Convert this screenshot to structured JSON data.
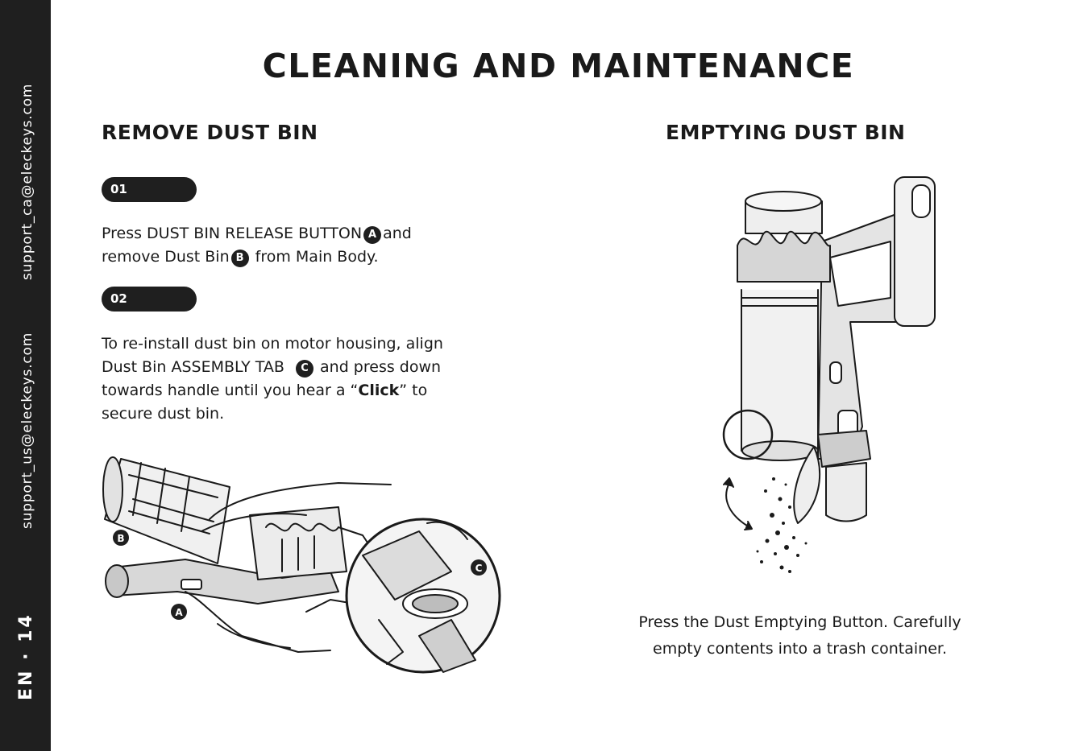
{
  "sidebar": {
    "email_ca": "support_ca@eleckeys.com",
    "email_us": "support_us@eleckeys.com",
    "page_label": "EN · 14"
  },
  "page_title": "CLEANING AND MAINTENANCE",
  "remove_section": {
    "title": "REMOVE DUST BIN",
    "step1": {
      "number": "01",
      "line1_a": "Press DUST BIN RELEASE BUTTON",
      "badge_a": "A",
      "line1_b": "and",
      "line2_a": "remove Dust Bin",
      "badge_b": "B",
      "line2_b": " from Main Body."
    },
    "step2": {
      "number": "02",
      "line1": "To re-install dust bin on motor housing, align",
      "line2_a": "Dust Bin ASSEMBLY TAB",
      "badge_c": "C",
      "line2_b": " and press down",
      "line3_a": "towards handle until you hear a “",
      "line3_bold": "Click",
      "line3_b": "” to",
      "line4": "secure dust bin."
    },
    "illustration_labels": {
      "a": "A",
      "b": "B",
      "c": "C"
    }
  },
  "emptying_section": {
    "title": "EMPTYING DUST BIN",
    "caption_line1": "Press the Dust Emptying Button. Carefully",
    "caption_line2": "empty contents into a trash container."
  },
  "colors": {
    "dark": "#1f1f1f",
    "text": "#1a1a1a",
    "background": "#ffffff"
  }
}
